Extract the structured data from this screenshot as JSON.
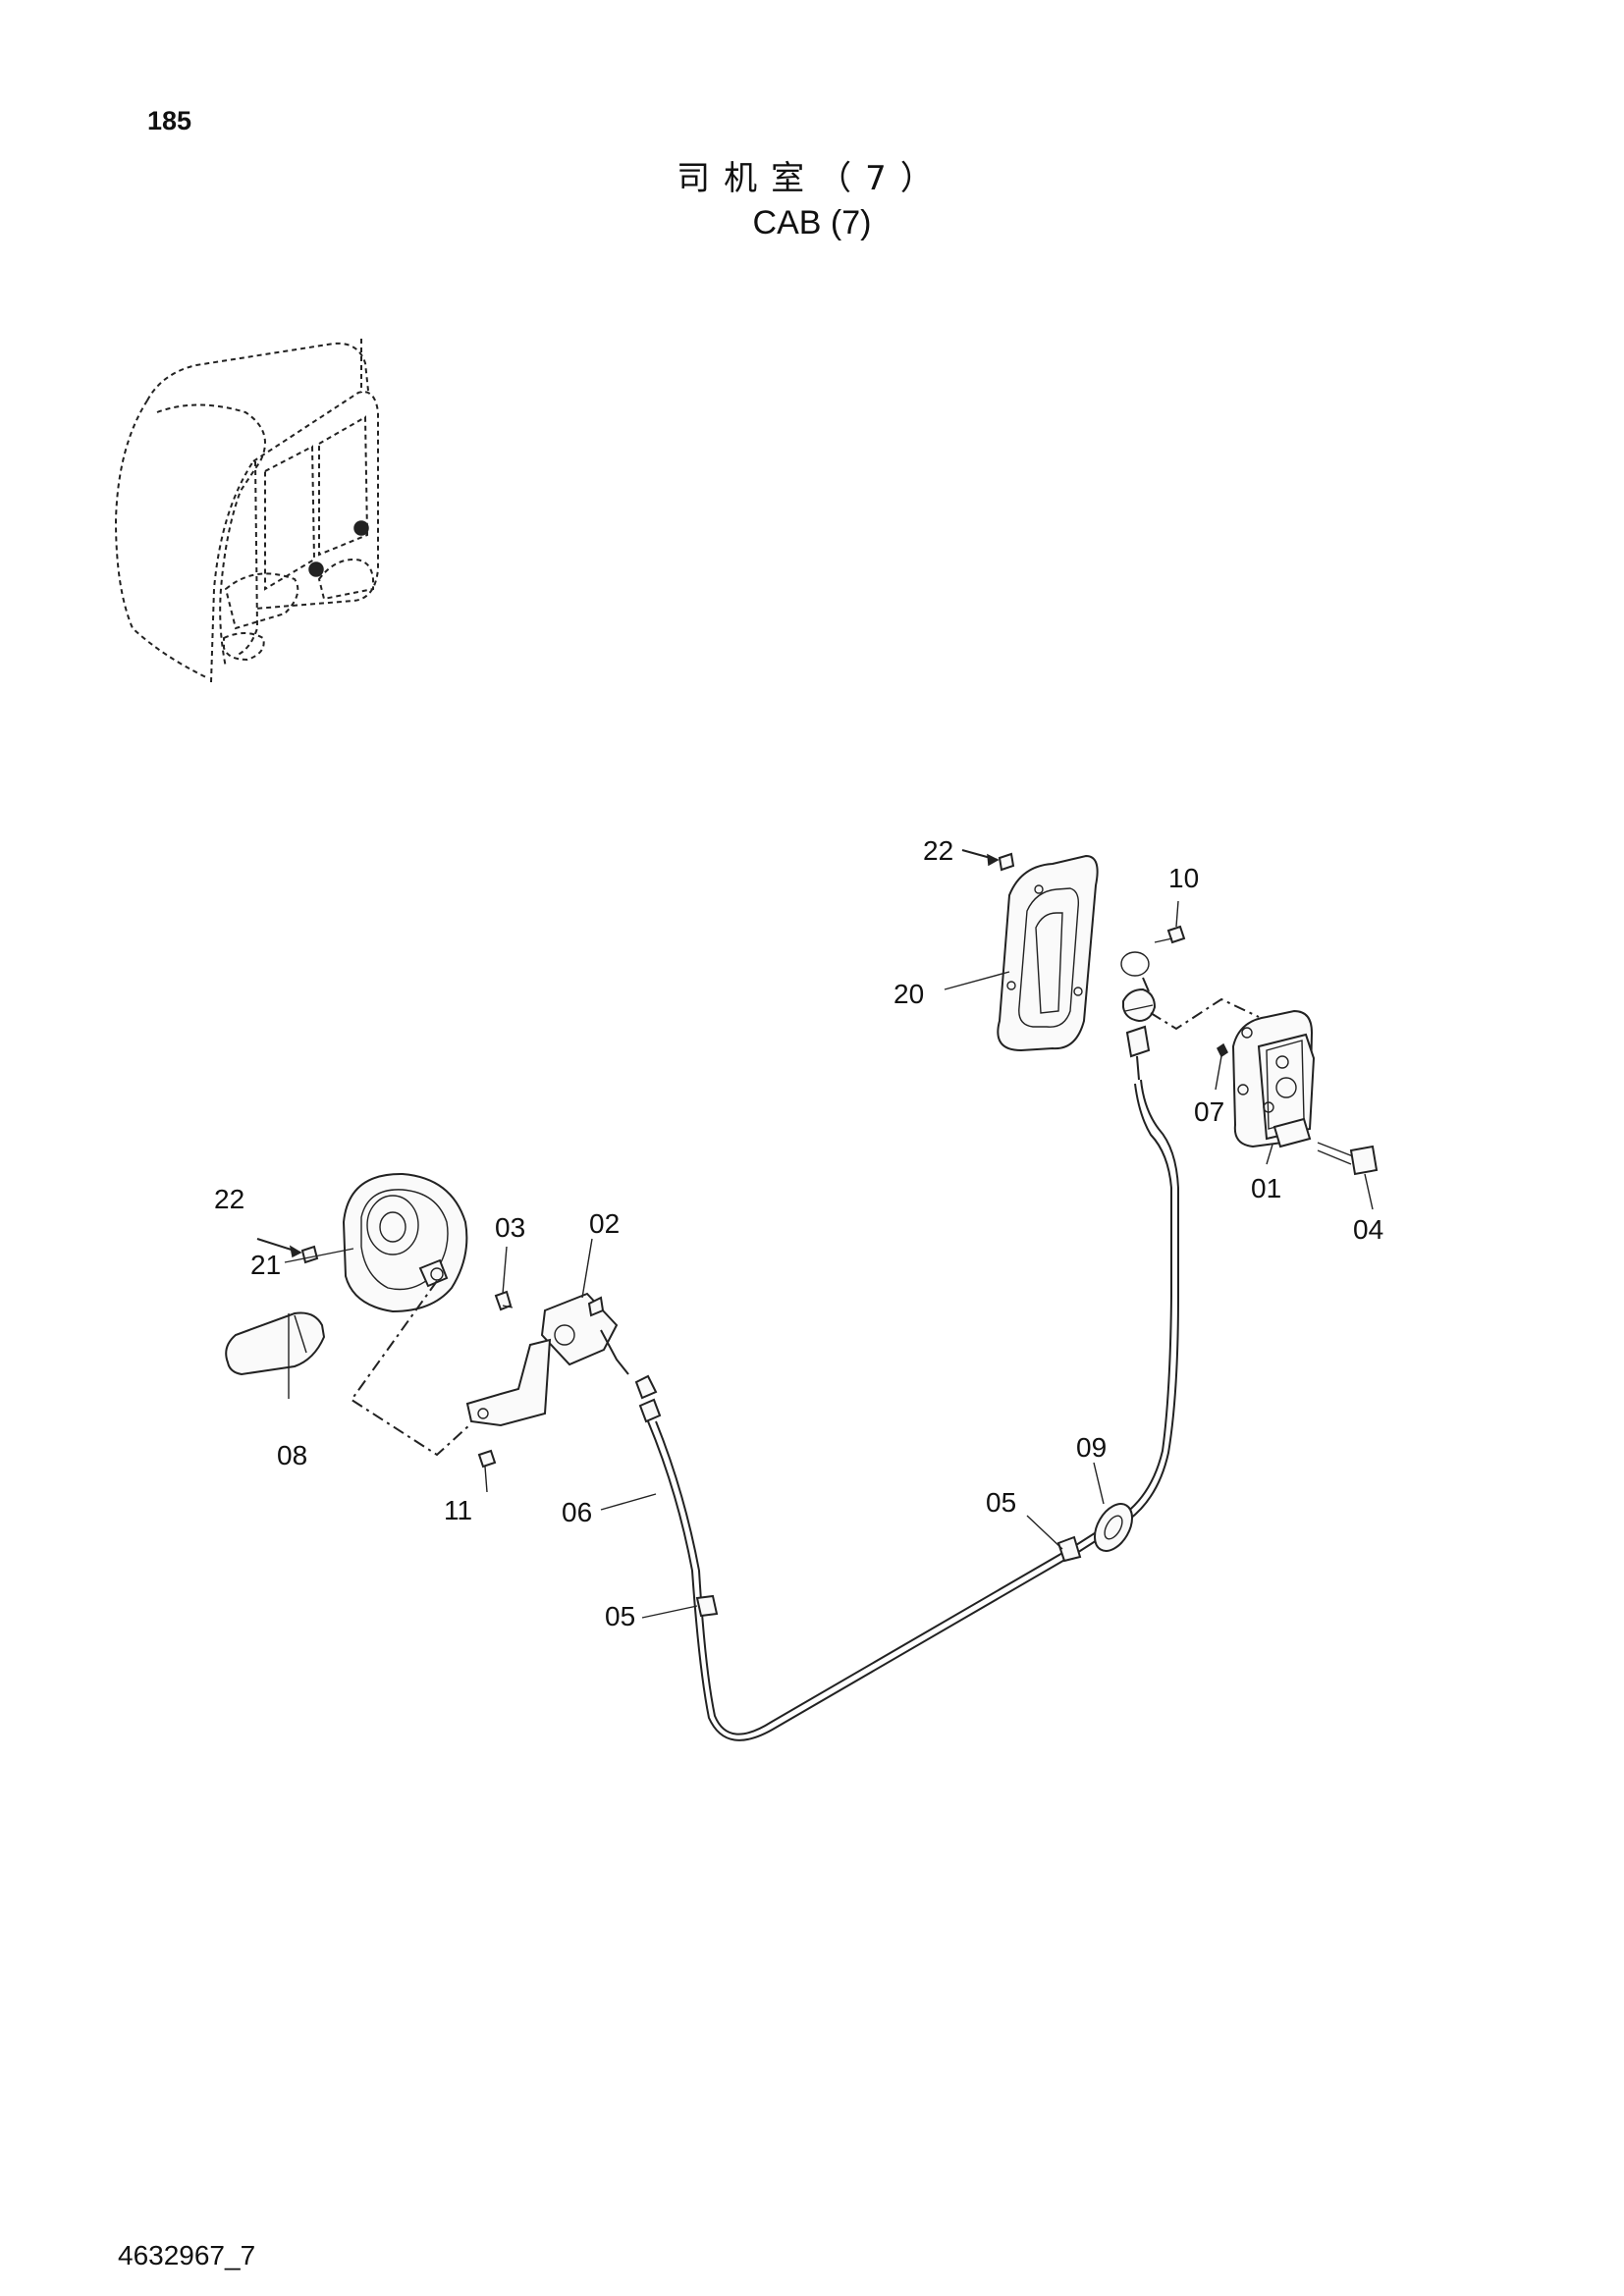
{
  "page": {
    "page_number": "185",
    "title_cn": "司机室（7）",
    "title_en": "CAB (7)",
    "drawing_number": "4632967_7"
  },
  "callouts": {
    "c01": "01",
    "c02": "02",
    "c03": "03",
    "c04": "04",
    "c05a": "05",
    "c05b": "05",
    "c06": "06",
    "c07": "07",
    "c08": "08",
    "c09": "09",
    "c10": "10",
    "c11": "11",
    "c20": "20",
    "c21": "21",
    "c22a": "22",
    "c22b": "22"
  }
}
